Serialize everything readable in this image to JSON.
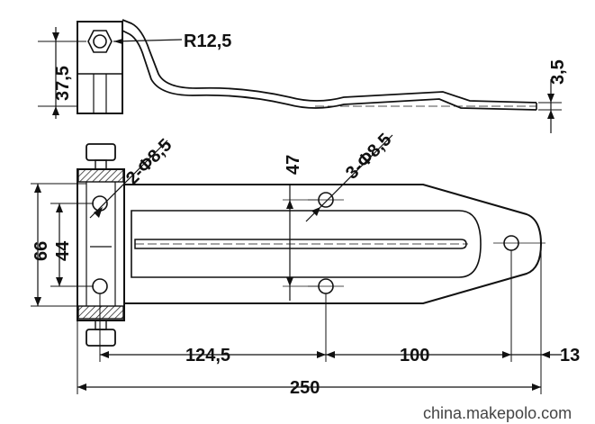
{
  "labels": {
    "radius": "R12,5",
    "height_side": "37,5",
    "thickness": "3,5",
    "holes_left": "2-Φ8,5",
    "holes_middle": "3-Φ8,5",
    "spacing_vertical": "47",
    "height_overall": "66",
    "height_holes": "44",
    "dist_124": "124,5",
    "dist_100": "100",
    "dist_13": "13",
    "length_total": "250"
  },
  "watermark": "china.makepolo.com"
}
